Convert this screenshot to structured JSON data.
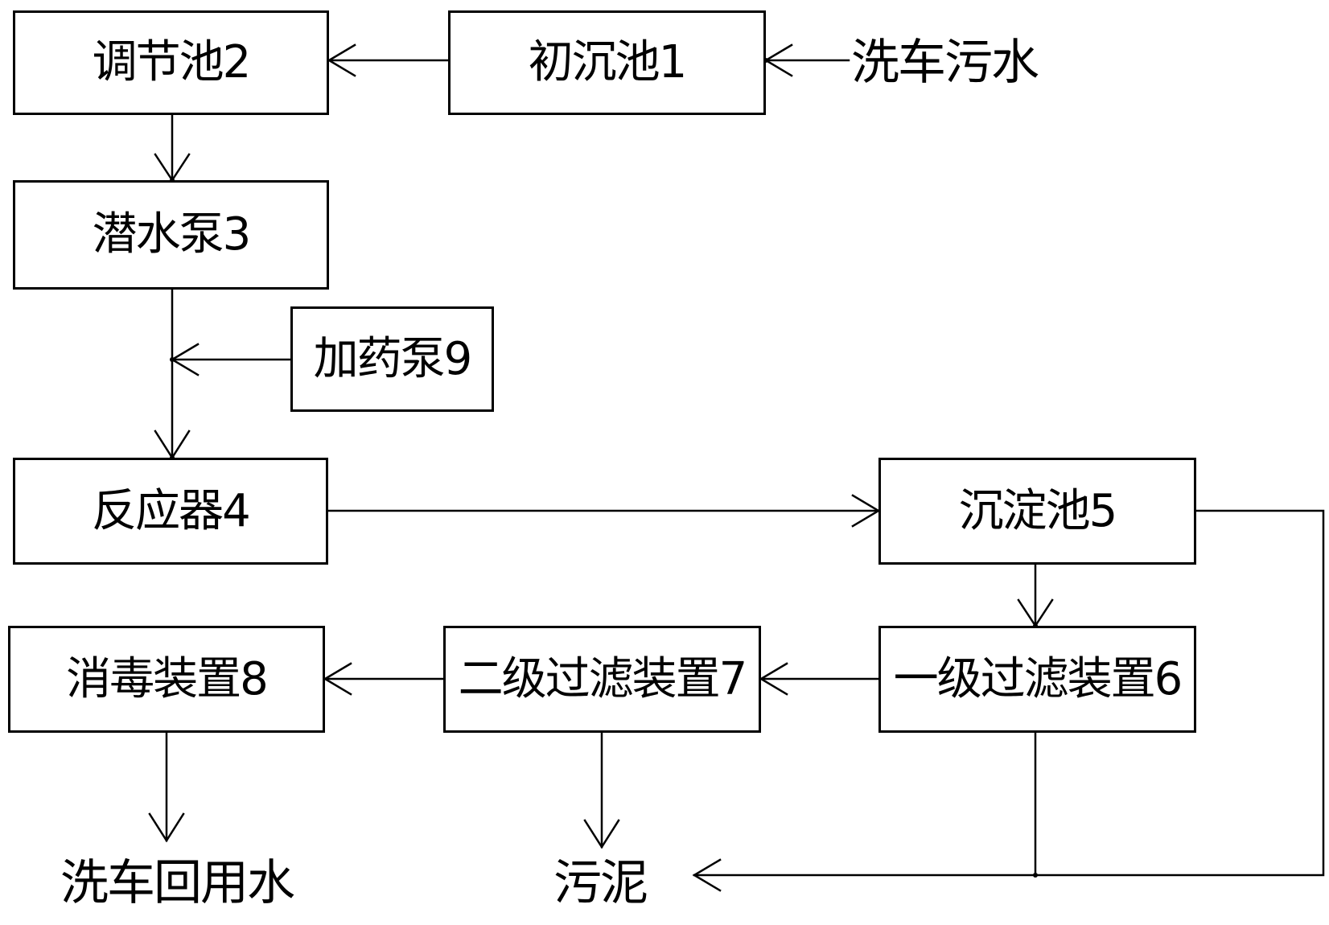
{
  "diagram": {
    "nodes": {
      "n1": "初沉池1",
      "n2": "调节池2",
      "n3": "潜水泵3",
      "n4": "反应器4",
      "n5": "沉淀池5",
      "n6": "一级过滤装置6",
      "n7": "二级过滤装置7",
      "n8": "消毒装置8",
      "n9": "加药泵9"
    },
    "labels": {
      "input": "洗车污水",
      "output_water": "洗车回用水",
      "output_sludge": "污泥"
    },
    "edges": [
      {
        "from": "洗车污水",
        "to": "初沉池1"
      },
      {
        "from": "初沉池1",
        "to": "调节池2"
      },
      {
        "from": "调节池2",
        "to": "潜水泵3"
      },
      {
        "from": "加药泵9",
        "to": "潜水泵3-反应器4 line"
      },
      {
        "from": "潜水泵3",
        "to": "反应器4"
      },
      {
        "from": "反应器4",
        "to": "沉淀池5"
      },
      {
        "from": "沉淀池5",
        "to": "一级过滤装置6"
      },
      {
        "from": "一级过滤装置6",
        "to": "二级过滤装置7"
      },
      {
        "from": "二级过滤装置7",
        "to": "消毒装置8"
      },
      {
        "from": "消毒装置8",
        "to": "洗车回用水"
      },
      {
        "from": "二级过滤装置7",
        "to": "污泥"
      },
      {
        "from": "一级过滤装置6",
        "to": "污泥"
      },
      {
        "from": "沉淀池5",
        "to": "污泥"
      }
    ],
    "line_color": "#000000"
  }
}
